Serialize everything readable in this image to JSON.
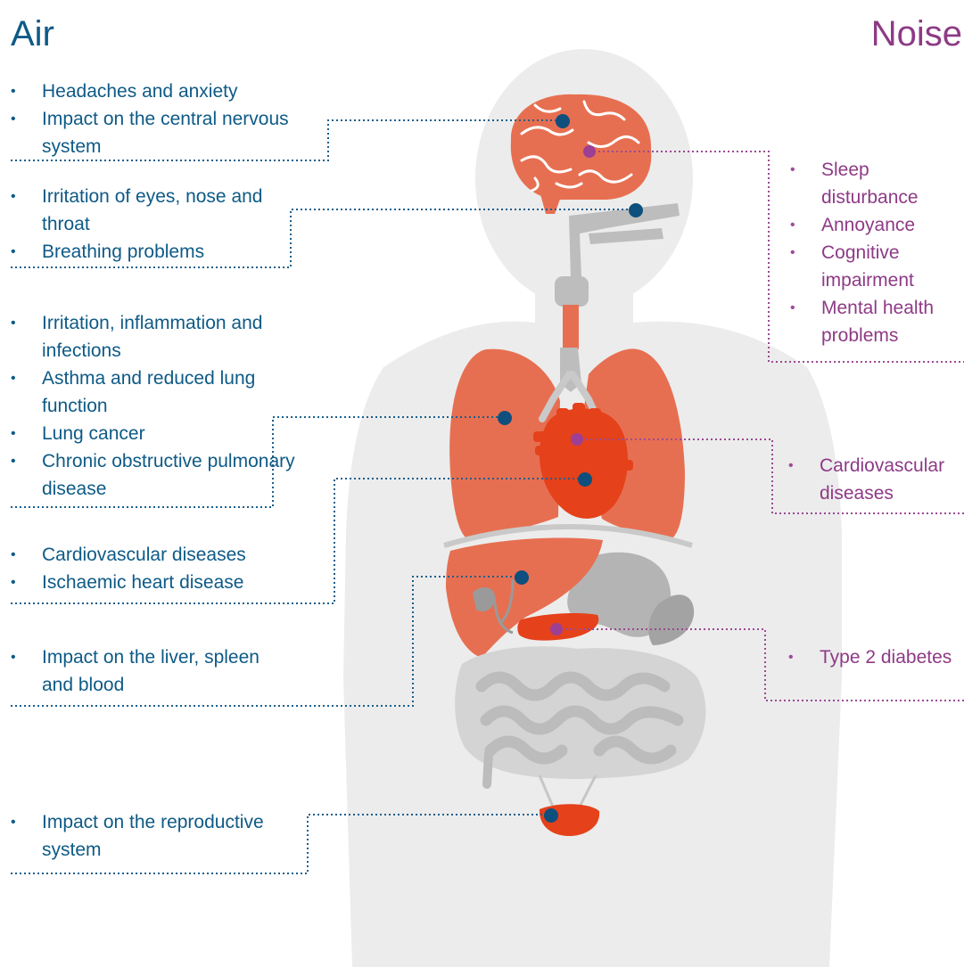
{
  "headings": {
    "air": "Air",
    "noise": "Noise"
  },
  "colors": {
    "air": "#0e5a86",
    "noise": "#8e3a86",
    "organ_salmon": "#e76f51",
    "organ_red": "#e5411b",
    "body_gray": "#ececec",
    "organ_gray": "#bdbdbd"
  },
  "air_effects": [
    {
      "organ": "brain",
      "items": [
        "Headaches and anxiety",
        "Impact on the central nervous system"
      ]
    },
    {
      "organ": "airway",
      "items": [
        "Irritation of eyes, nose and throat",
        "Breathing problems"
      ]
    },
    {
      "organ": "lungs",
      "items": [
        "Irritation, inflammation and infections",
        "Asthma and reduced lung function",
        "Lung cancer",
        "Chronic obstructive pulmonary disease"
      ]
    },
    {
      "organ": "heart",
      "items": [
        "Cardiovascular diseases",
        "Ischaemic heart disease"
      ]
    },
    {
      "organ": "liver",
      "items": [
        "Impact on the liver, spleen and blood"
      ]
    },
    {
      "organ": "reproductive",
      "items": [
        "Impact on the reproductive system"
      ]
    }
  ],
  "noise_effects": [
    {
      "organ": "brain",
      "items": [
        "Sleep disturbance",
        "Annoyance",
        "Cognitive impairment",
        "Mental health problems"
      ]
    },
    {
      "organ": "heart",
      "items": [
        "Cardiovascular diseases"
      ]
    },
    {
      "organ": "pancreas",
      "items": [
        "Type 2 diabetes"
      ]
    }
  ]
}
